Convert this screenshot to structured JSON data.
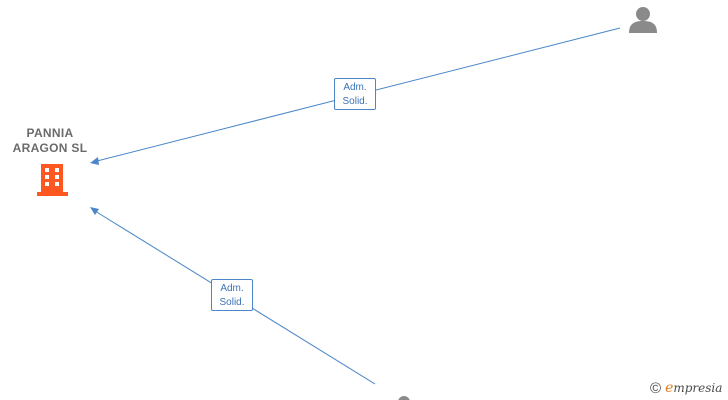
{
  "company": {
    "line1": "PANNIA",
    "line2": "ARAGON SL",
    "icon": "building-icon",
    "color": "#ff5722"
  },
  "edges": [
    {
      "label_line1": "Adm.",
      "label_line2": "Solid."
    },
    {
      "label_line1": "Adm.",
      "label_line2": "Solid."
    }
  ],
  "persons": [
    {
      "icon": "person-icon"
    },
    {
      "icon": "person-icon"
    }
  ],
  "colors": {
    "edge": "#4a86c8",
    "person": "#8a8a8a"
  },
  "footer": {
    "copyright_symbol": "©",
    "brand_initial": "e",
    "brand_rest": "mpresia"
  }
}
